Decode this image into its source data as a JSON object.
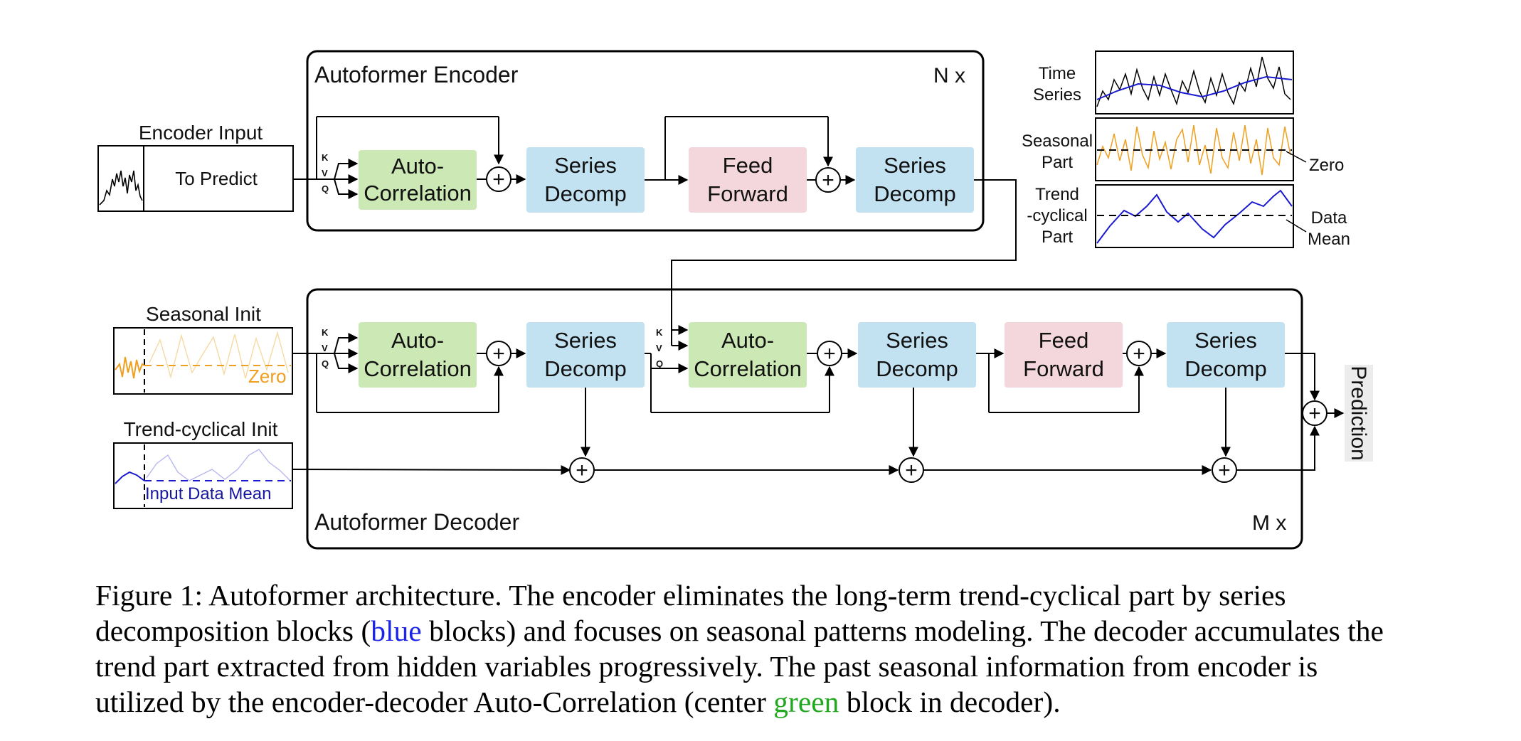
{
  "encoder": {
    "title": "Autoformer Encoder",
    "repeat": "N x",
    "input_label": "Encoder Input",
    "to_predict": "To Predict",
    "blocks": {
      "autocorr": [
        "Auto-",
        "Correlation"
      ],
      "decomp1": [
        "Series",
        "Decomp"
      ],
      "ff": [
        "Feed",
        "Forward"
      ],
      "decomp2": [
        "Series",
        "Decomp"
      ]
    }
  },
  "decoder": {
    "title": "Autoformer Decoder",
    "repeat": "M x",
    "seasonal_init": "Seasonal Init",
    "seasonal_zero": "Zero",
    "trend_init": "Trend-cyclical Init",
    "trend_mean": "Input Data Mean",
    "blocks": {
      "autocorr1": [
        "Auto-",
        "Correlation"
      ],
      "decomp1": [
        "Series",
        "Decomp"
      ],
      "autocorr2": [
        "Auto-",
        "Correlation"
      ],
      "decomp2": [
        "Series",
        "Decomp"
      ],
      "ff": [
        "Feed",
        "Forward"
      ],
      "decomp3": [
        "Series",
        "Decomp"
      ]
    }
  },
  "kvq": [
    "K",
    "V",
    "Q"
  ],
  "prediction": "Prediction",
  "legend": {
    "time_series": [
      "Time",
      "Series"
    ],
    "seasonal": [
      "Seasonal",
      "Part"
    ],
    "zero": "Zero",
    "trend": [
      "Trend",
      "-cyclical",
      "Part"
    ],
    "mean": [
      "Data",
      "Mean"
    ]
  },
  "caption": {
    "part1": "Figure 1: Autoformer architecture. The encoder eliminates the long-term trend-cyclical part by series decomposition blocks (",
    "blue_word": "blue",
    "part2": " blocks) and focuses on seasonal patterns modeling. The decoder accumulates the trend part extracted from hidden variables progressively. The past seasonal information from encoder is utilized by the encoder-decoder Auto-Correlation (center ",
    "green_word": "green",
    "part3": " block in decoder)."
  },
  "colors": {
    "autocorr": "#cce8b5",
    "decomp": "#c2e2f2",
    "feedforward": "#f4d7dc",
    "seasonal": "#f0a020",
    "trend": "#1a1ad0",
    "prediction_bg": "#ececec"
  }
}
